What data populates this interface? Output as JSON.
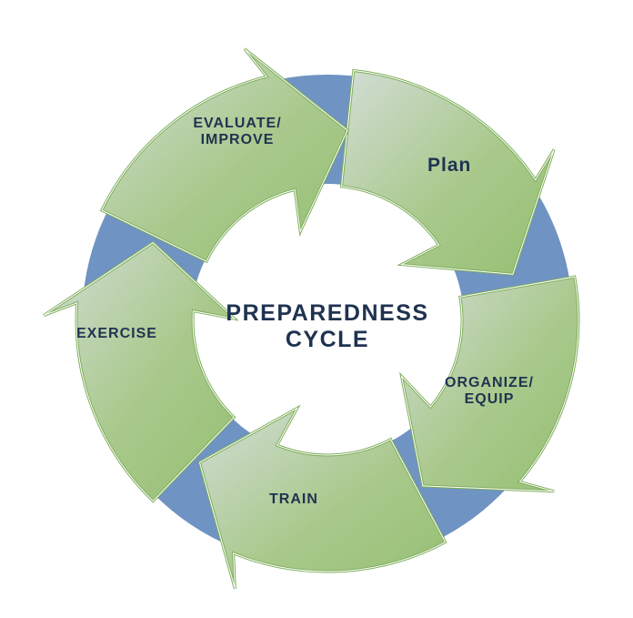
{
  "title": "PREPAREDNESS CYCLE",
  "title_lines": [
    "PREPAREDNESS",
    "CYCLE"
  ],
  "steps": [
    {
      "label": "Plan"
    },
    {
      "label": "ORGANIZE/ EQUIP",
      "lines": [
        "ORGANIZE/",
        "EQUIP"
      ]
    },
    {
      "label": "TRAIN"
    },
    {
      "label": "EXERCISE"
    },
    {
      "label": "EVALUATE/ IMPROVE",
      "lines": [
        "EVALUATE/",
        "IMPROVE"
      ]
    }
  ],
  "colors": {
    "ring": "#6f93c2",
    "arrow_light": "#cfdbd2",
    "arrow_green": "#9cc27a",
    "outline": "#7fae5c",
    "text": "#1f3350"
  }
}
